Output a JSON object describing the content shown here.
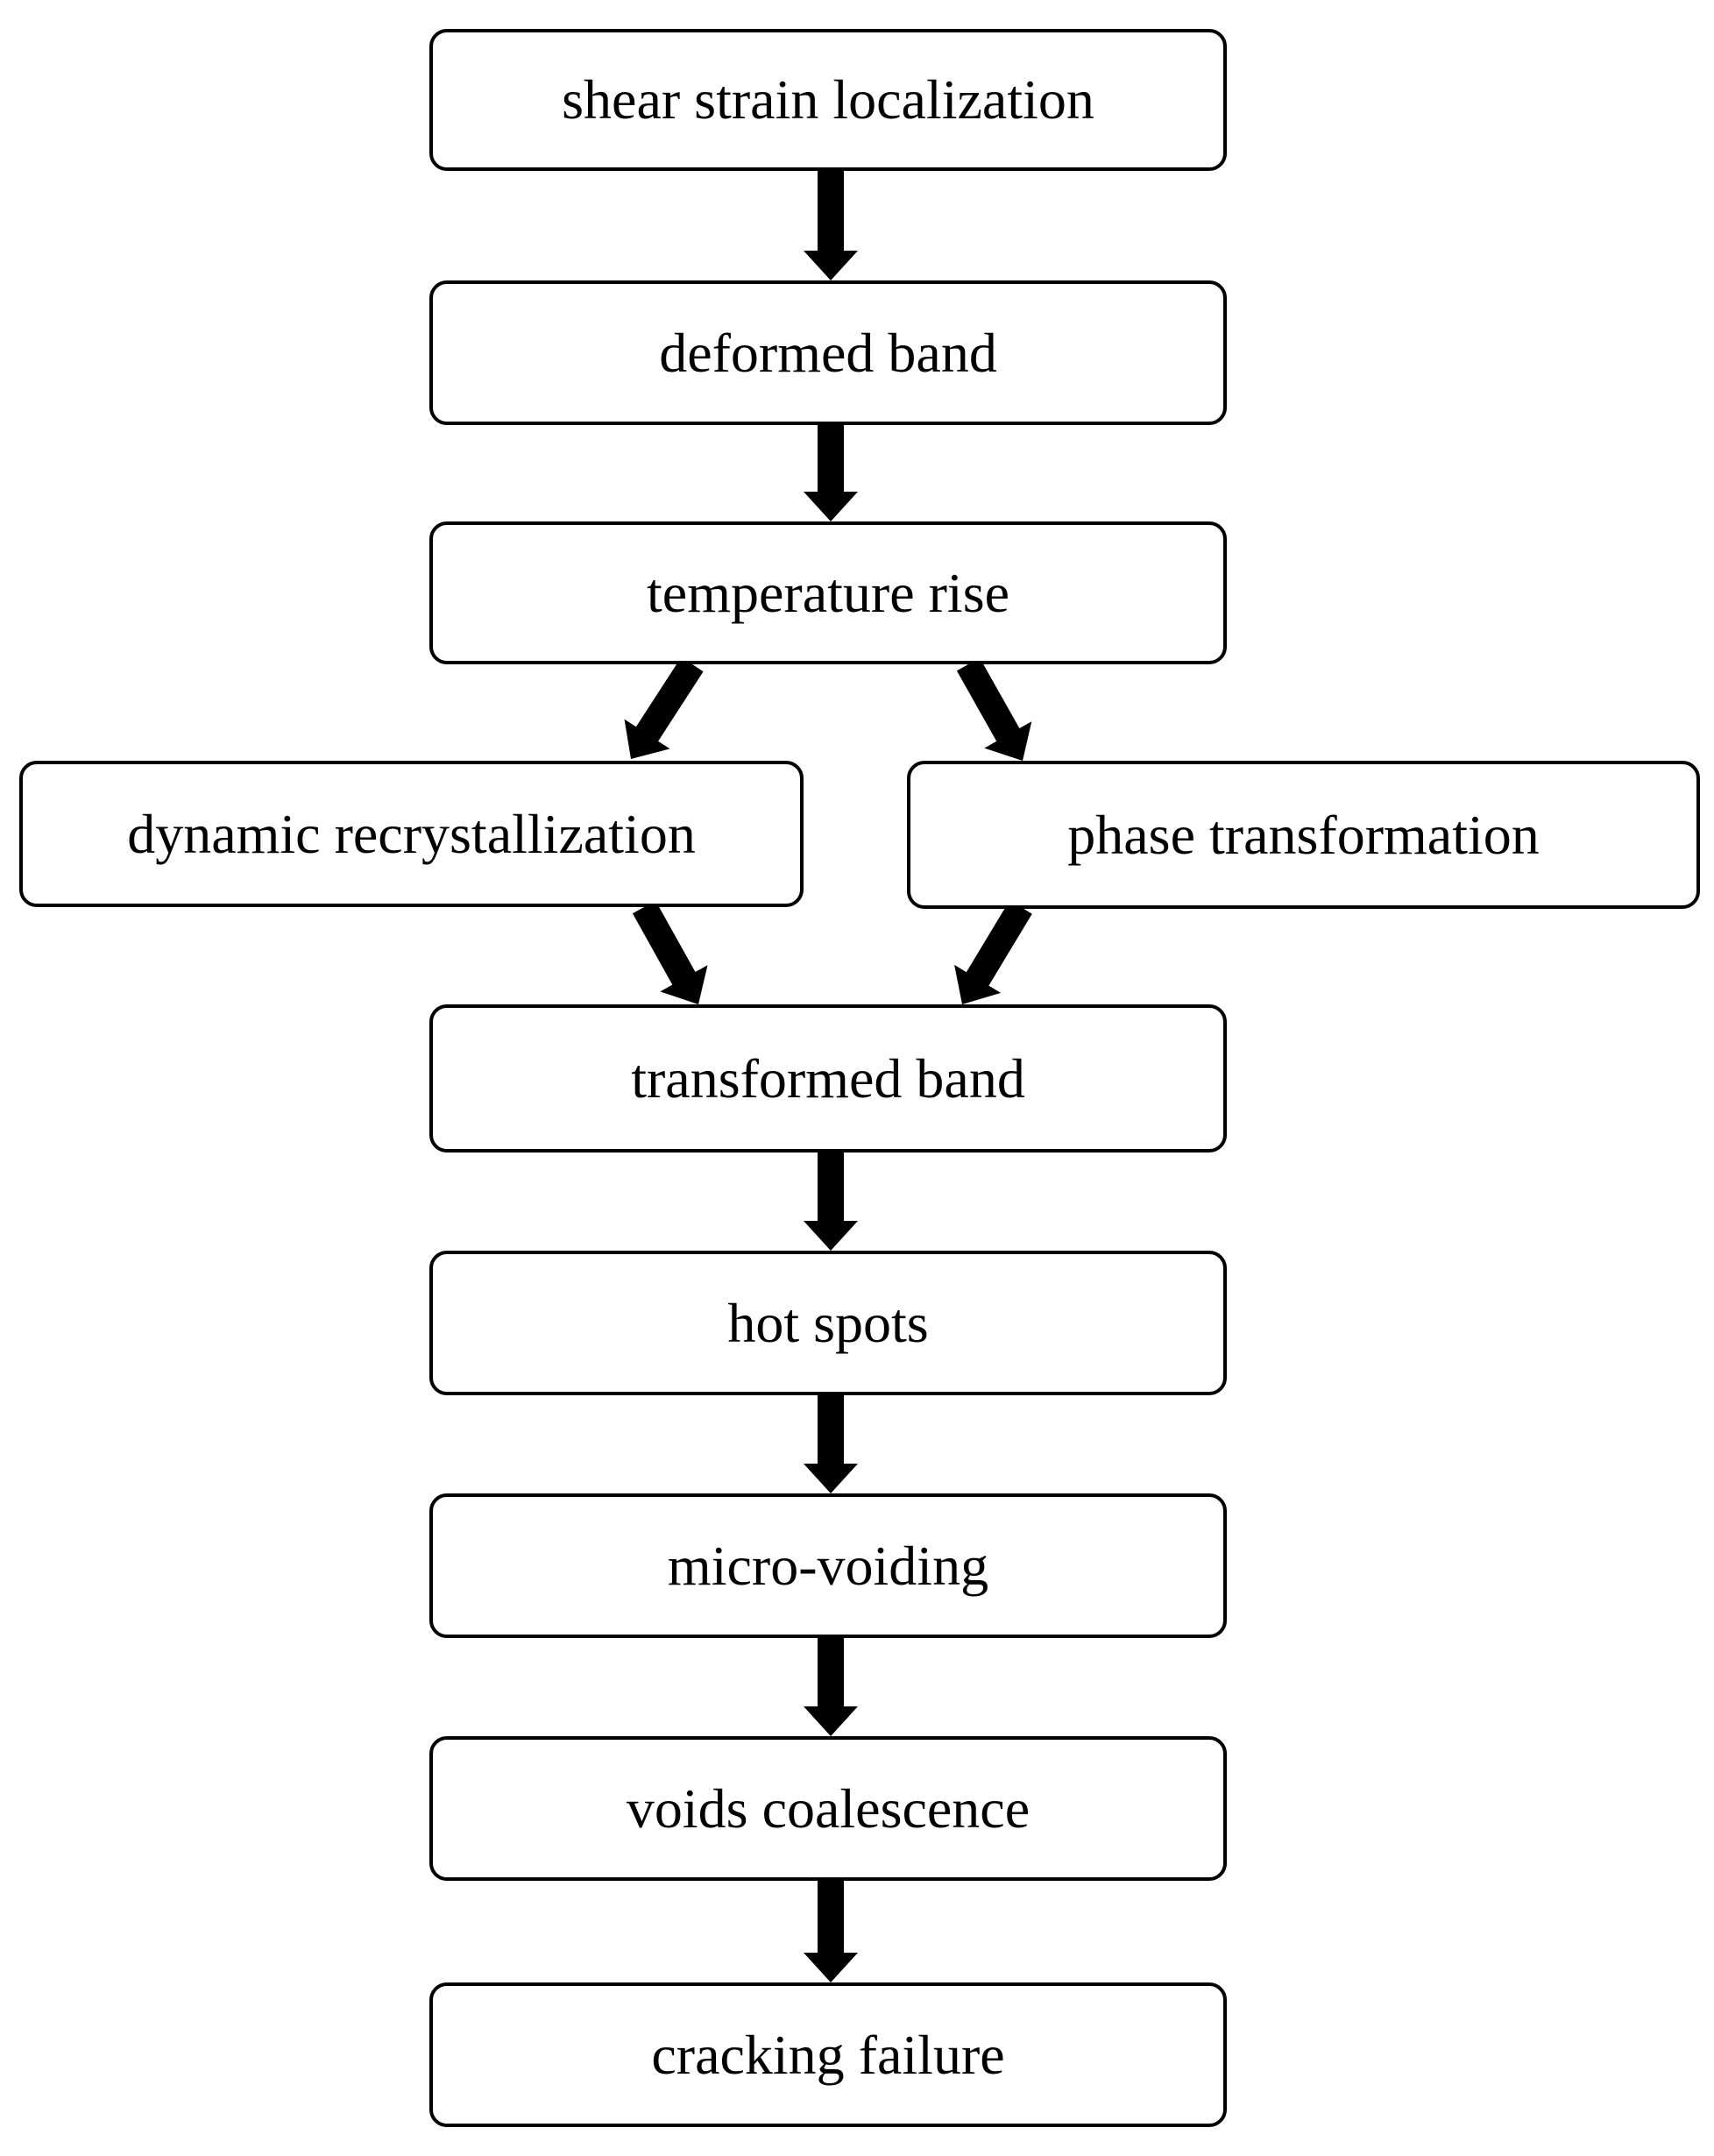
{
  "diagram": {
    "type": "flowchart",
    "colors": {
      "stroke": "#000000",
      "fill": "#ffffff",
      "text": "#000000"
    },
    "nodes": [
      {
        "id": "shear-strain-localization",
        "label": "shear strain localization"
      },
      {
        "id": "deformed-band",
        "label": "deformed band"
      },
      {
        "id": "temperature-rise",
        "label": "temperature rise"
      },
      {
        "id": "dynamic-recrystallization",
        "label": "dynamic recrystallization"
      },
      {
        "id": "phase-transformation",
        "label": "phase transformation"
      },
      {
        "id": "transformed-band",
        "label": "transformed band"
      },
      {
        "id": "hot-spots",
        "label": "hot spots"
      },
      {
        "id": "micro-voiding",
        "label": "micro-voiding"
      },
      {
        "id": "voids-coalescence",
        "label": "voids coalescence"
      },
      {
        "id": "cracking-failure",
        "label": "cracking failure"
      }
    ],
    "edges": [
      {
        "from": "shear-strain-localization",
        "to": "deformed-band"
      },
      {
        "from": "deformed-band",
        "to": "temperature-rise"
      },
      {
        "from": "temperature-rise",
        "to": "dynamic-recrystallization"
      },
      {
        "from": "temperature-rise",
        "to": "phase-transformation"
      },
      {
        "from": "dynamic-recrystallization",
        "to": "transformed-band"
      },
      {
        "from": "phase-transformation",
        "to": "transformed-band"
      },
      {
        "from": "transformed-band",
        "to": "hot-spots"
      },
      {
        "from": "hot-spots",
        "to": "micro-voiding"
      },
      {
        "from": "micro-voiding",
        "to": "voids-coalescence"
      },
      {
        "from": "voids-coalescence",
        "to": "cracking-failure"
      }
    ]
  }
}
